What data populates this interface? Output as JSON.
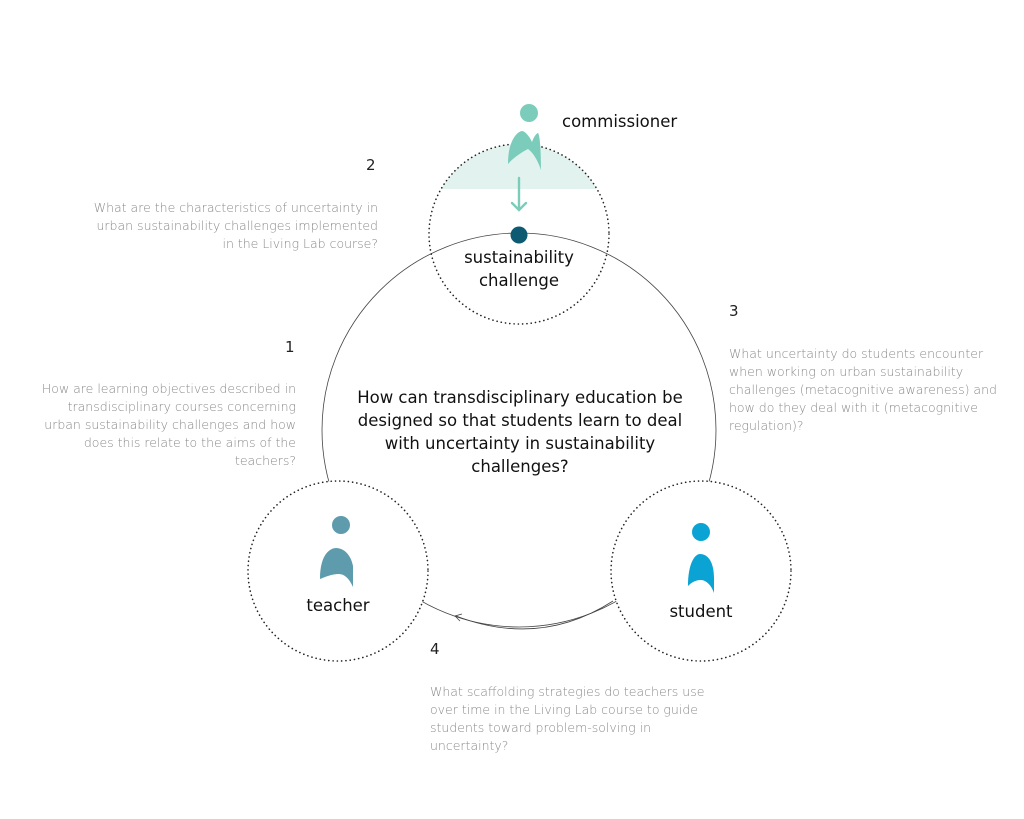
{
  "colors": {
    "commissioner": "#7cccbb",
    "commissioner_band": "#e2f3ef",
    "challenge_dot": "#0d5a72",
    "teacher": "#5e9cad",
    "student": "#0aa3d4",
    "outline": "#333333"
  },
  "center_question": "How can transdisciplinary education be designed so that students learn to deal with uncertainty in sustainability challenges?",
  "actors": {
    "commissioner": "commissioner",
    "challenge": "sustainability challenge",
    "teacher": "teacher",
    "student": "student"
  },
  "questions": [
    {
      "num": "1",
      "text": "How are learning objectives described in transdisciplinary courses concerning urban sustainability challenges and how does this relate to the aims of the teachers?"
    },
    {
      "num": "2",
      "text": "What are the characteristics of uncertainty in urban sustainability challenges implemented in the Living Lab course?"
    },
    {
      "num": "3",
      "text": "What uncertainty do students encounter when working on urban sustainability challenges (metacognitive awareness) and how do they deal with it (metacognitive regulation)?"
    },
    {
      "num": "4",
      "text": "What scaffolding strategies do teachers use over time in the Living Lab course to guide students toward problem-solving in uncertainty?"
    }
  ]
}
